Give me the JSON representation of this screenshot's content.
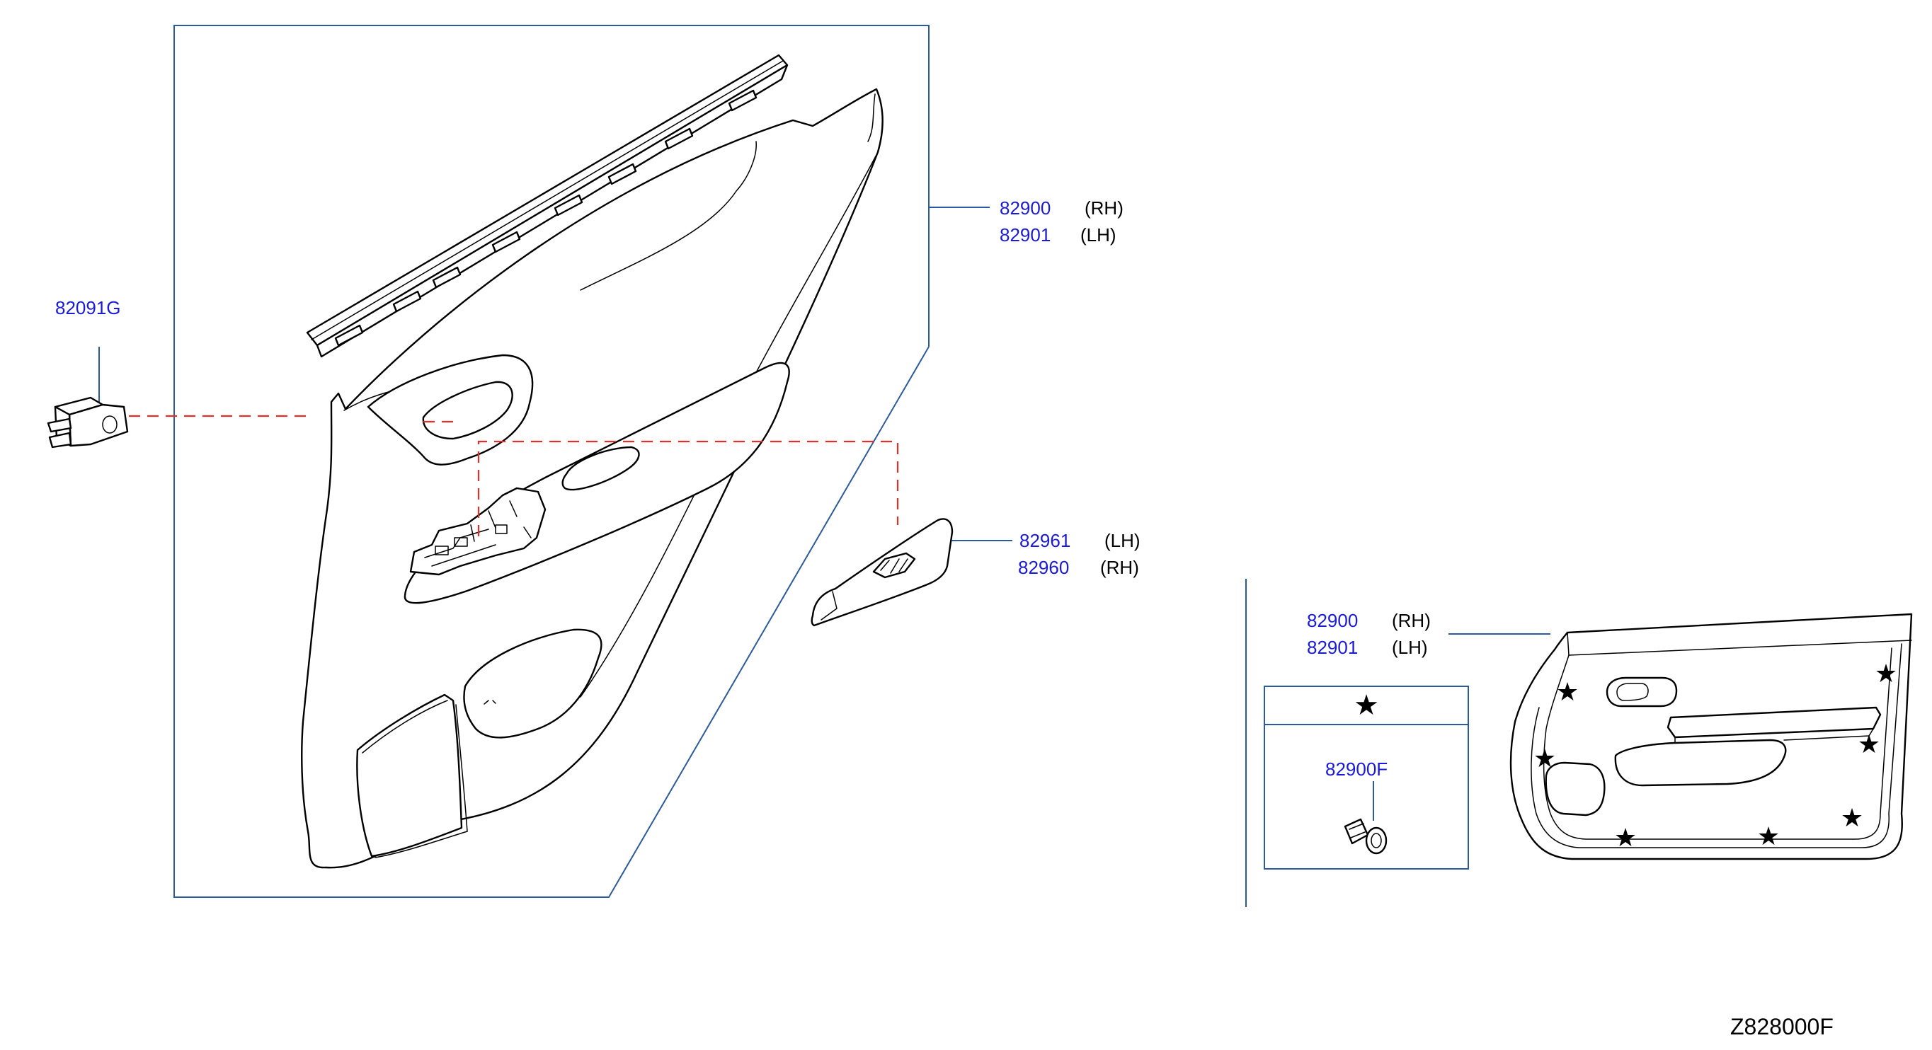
{
  "diagram_code": "Z828000F",
  "rear_panel": {
    "part_a": {
      "number": "82900",
      "side": "(RH)"
    },
    "part_b": {
      "number": "82901",
      "side": "(LH)"
    }
  },
  "clip_part": {
    "number": "82091G"
  },
  "switch_finisher": {
    "part_a": {
      "number": "82961",
      "side": "(LH)"
    },
    "part_b": {
      "number": "82960",
      "side": "(RH)"
    }
  },
  "front_panel": {
    "part_a": {
      "number": "82900",
      "side": "(RH)"
    },
    "part_b": {
      "number": "82901",
      "side": "(LH)"
    }
  },
  "legend": {
    "symbol_icon": "star-icon",
    "clip_number": "82900F"
  }
}
